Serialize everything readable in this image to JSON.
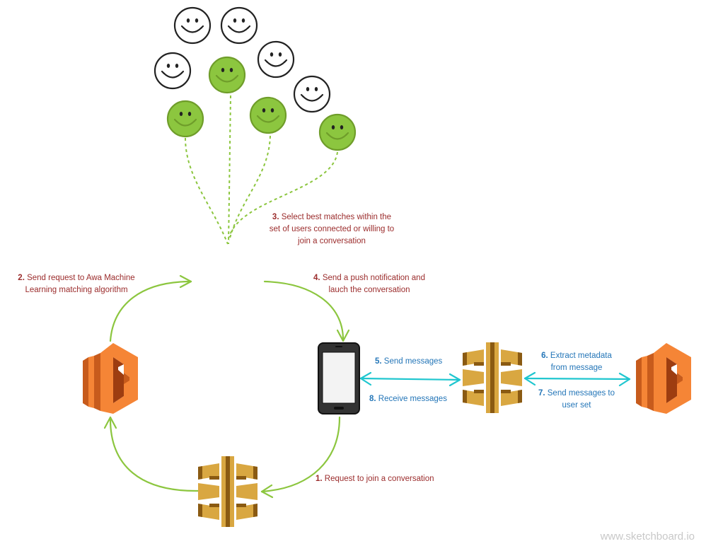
{
  "steps": {
    "s1": {
      "num": "1.",
      "text": "Request to join a conversation"
    },
    "s2": {
      "num": "2.",
      "line1": "Send request to Awa Machine",
      "line2": "Learning matching algorithm"
    },
    "s3": {
      "num": "3.",
      "line1": "Select best matches within the",
      "line2": "set of users connected or willing to",
      "line3": "join a conversation"
    },
    "s4": {
      "num": "4.",
      "line1": "Send a push notification and",
      "line2": "lauch the conversation"
    },
    "s5": {
      "num": "5.",
      "text": "Send messages"
    },
    "s6": {
      "num": "6.",
      "line1": "Extract metadata",
      "line2": "from message"
    },
    "s7": {
      "num": "7.",
      "line1": "Send messages to",
      "line2": "user set"
    },
    "s8": {
      "num": "8.",
      "text": "Receive messages"
    }
  },
  "watermark": "www.sketchboard.io",
  "colors": {
    "flow_arrow": "#8cc63f",
    "message_arrow": "#1fc6cf",
    "label_red": "#9b2c2c",
    "label_blue": "#2476b8",
    "lambda_orange": "#f58536",
    "api_gold": "#d9a741",
    "matched_user": "#8cc63f"
  },
  "icons": {
    "lambda": "aws-lambda-icon",
    "api_gateway": "aws-api-gateway-icon",
    "phone": "smartphone-icon",
    "user": "smiley-face-icon"
  }
}
